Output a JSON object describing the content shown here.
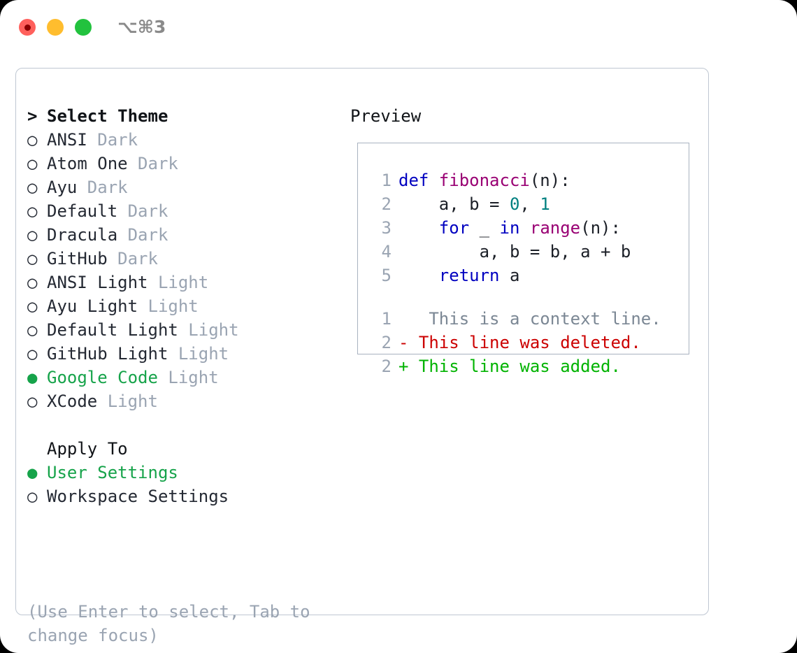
{
  "window": {
    "shortcut_label": "⌥⌘3",
    "traffic_lights": {
      "close_label": "close",
      "minimize_label": "minimize",
      "maximize_label": "maximize",
      "close_color": "#ff605c",
      "minimize_color": "#ffbd2e",
      "maximize_color": "#22c23e"
    }
  },
  "theme_picker": {
    "heading": "Select Theme",
    "caret": ">",
    "bullet_unselected": "○",
    "bullet_selected": "●",
    "selected_color": "#16a34a",
    "variant_color": "#9aa4b2",
    "items": [
      {
        "name": "ANSI",
        "variant": "Dark",
        "selected": false
      },
      {
        "name": "Atom One",
        "variant": "Dark",
        "selected": false
      },
      {
        "name": "Ayu",
        "variant": "Dark",
        "selected": false
      },
      {
        "name": "Default",
        "variant": "Dark",
        "selected": false
      },
      {
        "name": "Dracula",
        "variant": "Dark",
        "selected": false
      },
      {
        "name": "GitHub",
        "variant": "Dark",
        "selected": false
      },
      {
        "name": "ANSI Light",
        "variant": "Light",
        "selected": false
      },
      {
        "name": "Ayu Light",
        "variant": "Light",
        "selected": false
      },
      {
        "name": "Default Light",
        "variant": "Light",
        "selected": false
      },
      {
        "name": "GitHub Light",
        "variant": "Light",
        "selected": false
      },
      {
        "name": "Google Code",
        "variant": "Light",
        "selected": true
      },
      {
        "name": "XCode",
        "variant": "Light",
        "selected": false
      }
    ]
  },
  "apply_to": {
    "heading": "Apply To",
    "items": [
      {
        "name": "User Settings",
        "selected": true
      },
      {
        "name": "Workspace Settings",
        "selected": false
      }
    ]
  },
  "hint": "(Use Enter to select, Tab to change focus)",
  "preview": {
    "title": "Preview",
    "code_lines": [
      {
        "no": "1",
        "tokens": [
          {
            "t": "def ",
            "k": "kw"
          },
          {
            "t": "fibonacci",
            "k": "fn"
          },
          {
            "t": "(n):",
            "k": "txt"
          }
        ]
      },
      {
        "no": "2",
        "tokens": [
          {
            "t": "    a, b = ",
            "k": "txt"
          },
          {
            "t": "0",
            "k": "num"
          },
          {
            "t": ", ",
            "k": "txt"
          },
          {
            "t": "1",
            "k": "num"
          }
        ]
      },
      {
        "no": "3",
        "tokens": [
          {
            "t": "    ",
            "k": "txt"
          },
          {
            "t": "for",
            "k": "kw"
          },
          {
            "t": " _ ",
            "k": "txt"
          },
          {
            "t": "in",
            "k": "kw"
          },
          {
            "t": " ",
            "k": "txt"
          },
          {
            "t": "range",
            "k": "fn"
          },
          {
            "t": "(n):",
            "k": "txt"
          }
        ]
      },
      {
        "no": "4",
        "tokens": [
          {
            "t": "        a, b = b, a + b",
            "k": "txt"
          }
        ]
      },
      {
        "no": "5",
        "tokens": [
          {
            "t": "    ",
            "k": "txt"
          },
          {
            "t": "return",
            "k": "kw"
          },
          {
            "t": " a",
            "k": "txt"
          }
        ]
      }
    ],
    "diff_lines": [
      {
        "no": "1",
        "marker": " ",
        "text": "  This is a context line.",
        "kind": "ctx"
      },
      {
        "no": "2",
        "marker": "-",
        "text": " This line was deleted.",
        "kind": "del"
      },
      {
        "no": "2",
        "marker": "+",
        "text": " This line was added.",
        "kind": "add"
      }
    ],
    "colors": {
      "keyword": "#0000c0",
      "function": "#990073",
      "number": "#008080",
      "text": "#1b1f27",
      "lineno": "#9aa4b2",
      "diff_context": "#7b8794",
      "diff_deleted": "#cc0000",
      "diff_added": "#00b300"
    }
  }
}
